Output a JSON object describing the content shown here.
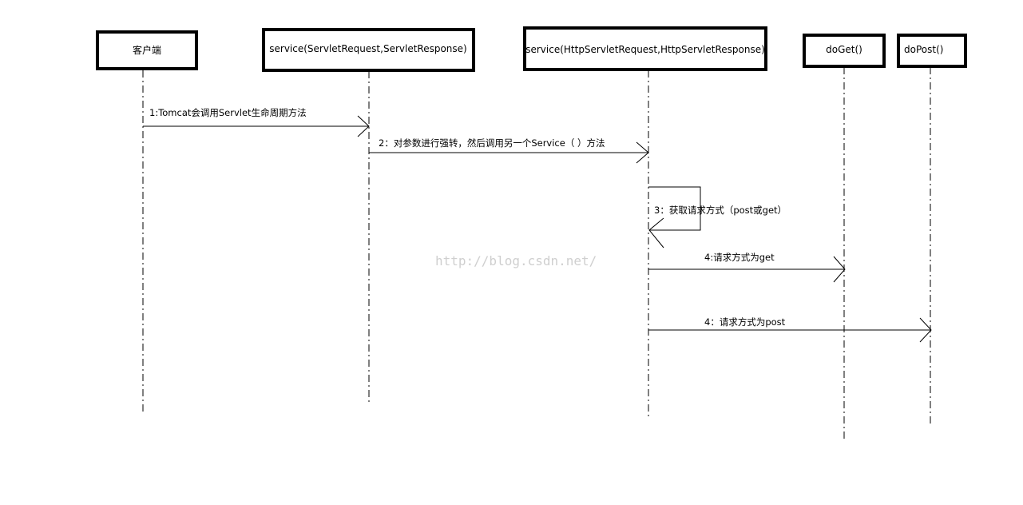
{
  "diagram": {
    "type": "sequence",
    "participants": [
      {
        "id": "client",
        "label": "客户端"
      },
      {
        "id": "service_generic",
        "label": "service(ServletRequest,ServletResponse)"
      },
      {
        "id": "service_http",
        "label": "service(HttpServletRequest,HttpServletResponse)"
      },
      {
        "id": "doget",
        "label": "doGet()"
      },
      {
        "id": "dopost",
        "label": "doPost()"
      }
    ],
    "messages": [
      {
        "from": "client",
        "to": "service_generic",
        "label": "1:Tomcat会调用Servlet生命周期方法"
      },
      {
        "from": "service_generic",
        "to": "service_http",
        "label": "2：对参数进行强转，然后调用另一个Service（ ）方法"
      },
      {
        "from": "service_http",
        "to": "service_http",
        "label": "3：获取请求方式（post或get）"
      },
      {
        "from": "service_http",
        "to": "doget",
        "label": "4:请求方式为get"
      },
      {
        "from": "service_http",
        "to": "dopost",
        "label": "4：请求方式为post"
      }
    ],
    "watermark": "http://blog.csdn.net/"
  }
}
